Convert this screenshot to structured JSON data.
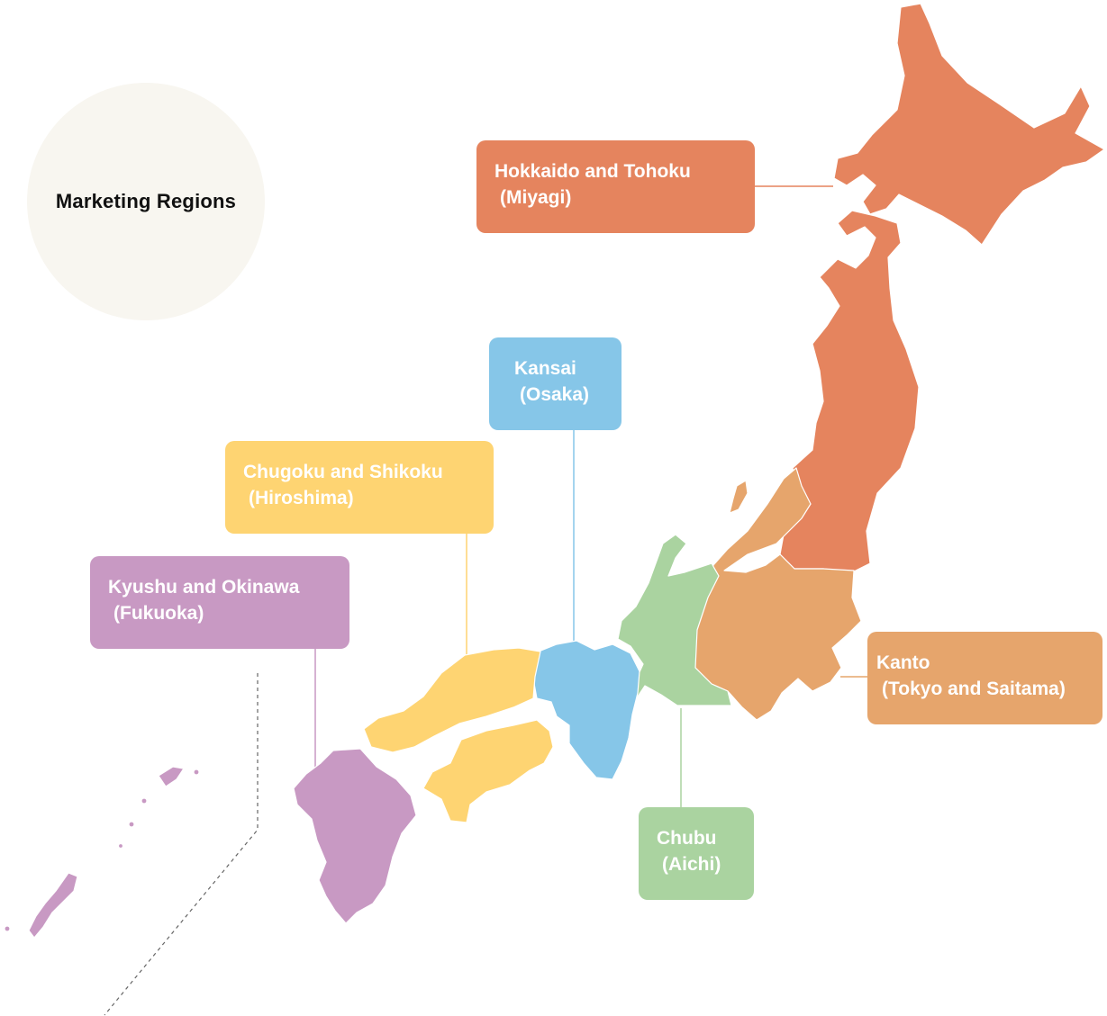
{
  "title": "Marketing Regions",
  "colors": {
    "title_circle": "#f8f6f0",
    "hokkaido_tohoku": "#e5845e",
    "kanto": "#e6a56c",
    "chubu": "#aad3a0",
    "kansai": "#86c6e8",
    "chugoku_shikoku": "#fed472",
    "kyushu_okinawa": "#c899c3",
    "border": "#ffffff",
    "dashed_line": "#666666"
  },
  "regions": [
    {
      "id": "hokkaido",
      "name": "Hokkaido and Tohoku",
      "city": "(Miyagi)"
    },
    {
      "id": "kansai",
      "name": "Kansai",
      "city": "(Osaka)"
    },
    {
      "id": "chugoku",
      "name": "Chugoku and Shikoku",
      "city": "(Hiroshima)"
    },
    {
      "id": "kyushu",
      "name": "Kyushu and Okinawa",
      "city": "(Fukuoka)"
    },
    {
      "id": "kanto",
      "name": "Kanto",
      "city": "(Tokyo and Saitama)"
    },
    {
      "id": "chubu",
      "name": "Chubu",
      "city": "(Aichi)"
    }
  ]
}
